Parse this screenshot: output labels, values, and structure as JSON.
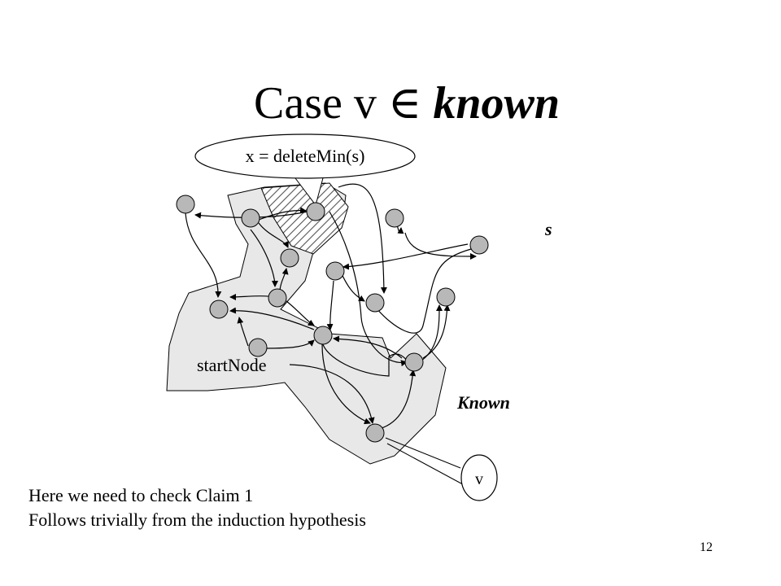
{
  "title": {
    "prefix": "Case v",
    "symbol": "∈",
    "keyword": "known"
  },
  "callout": "x = deleteMin(s)",
  "labels": {
    "s": "s",
    "start": "startNode",
    "known": "Known",
    "v": "v"
  },
  "notes": [
    "Here we need to check Claim 1",
    "Follows trivially from the induction hypothesis"
  ],
  "slide_number": "12",
  "colors": {
    "region_fill": "#e8e8e8",
    "node_fill": "#b8b8b8",
    "stroke": "#000000",
    "hatch": "#555555"
  }
}
